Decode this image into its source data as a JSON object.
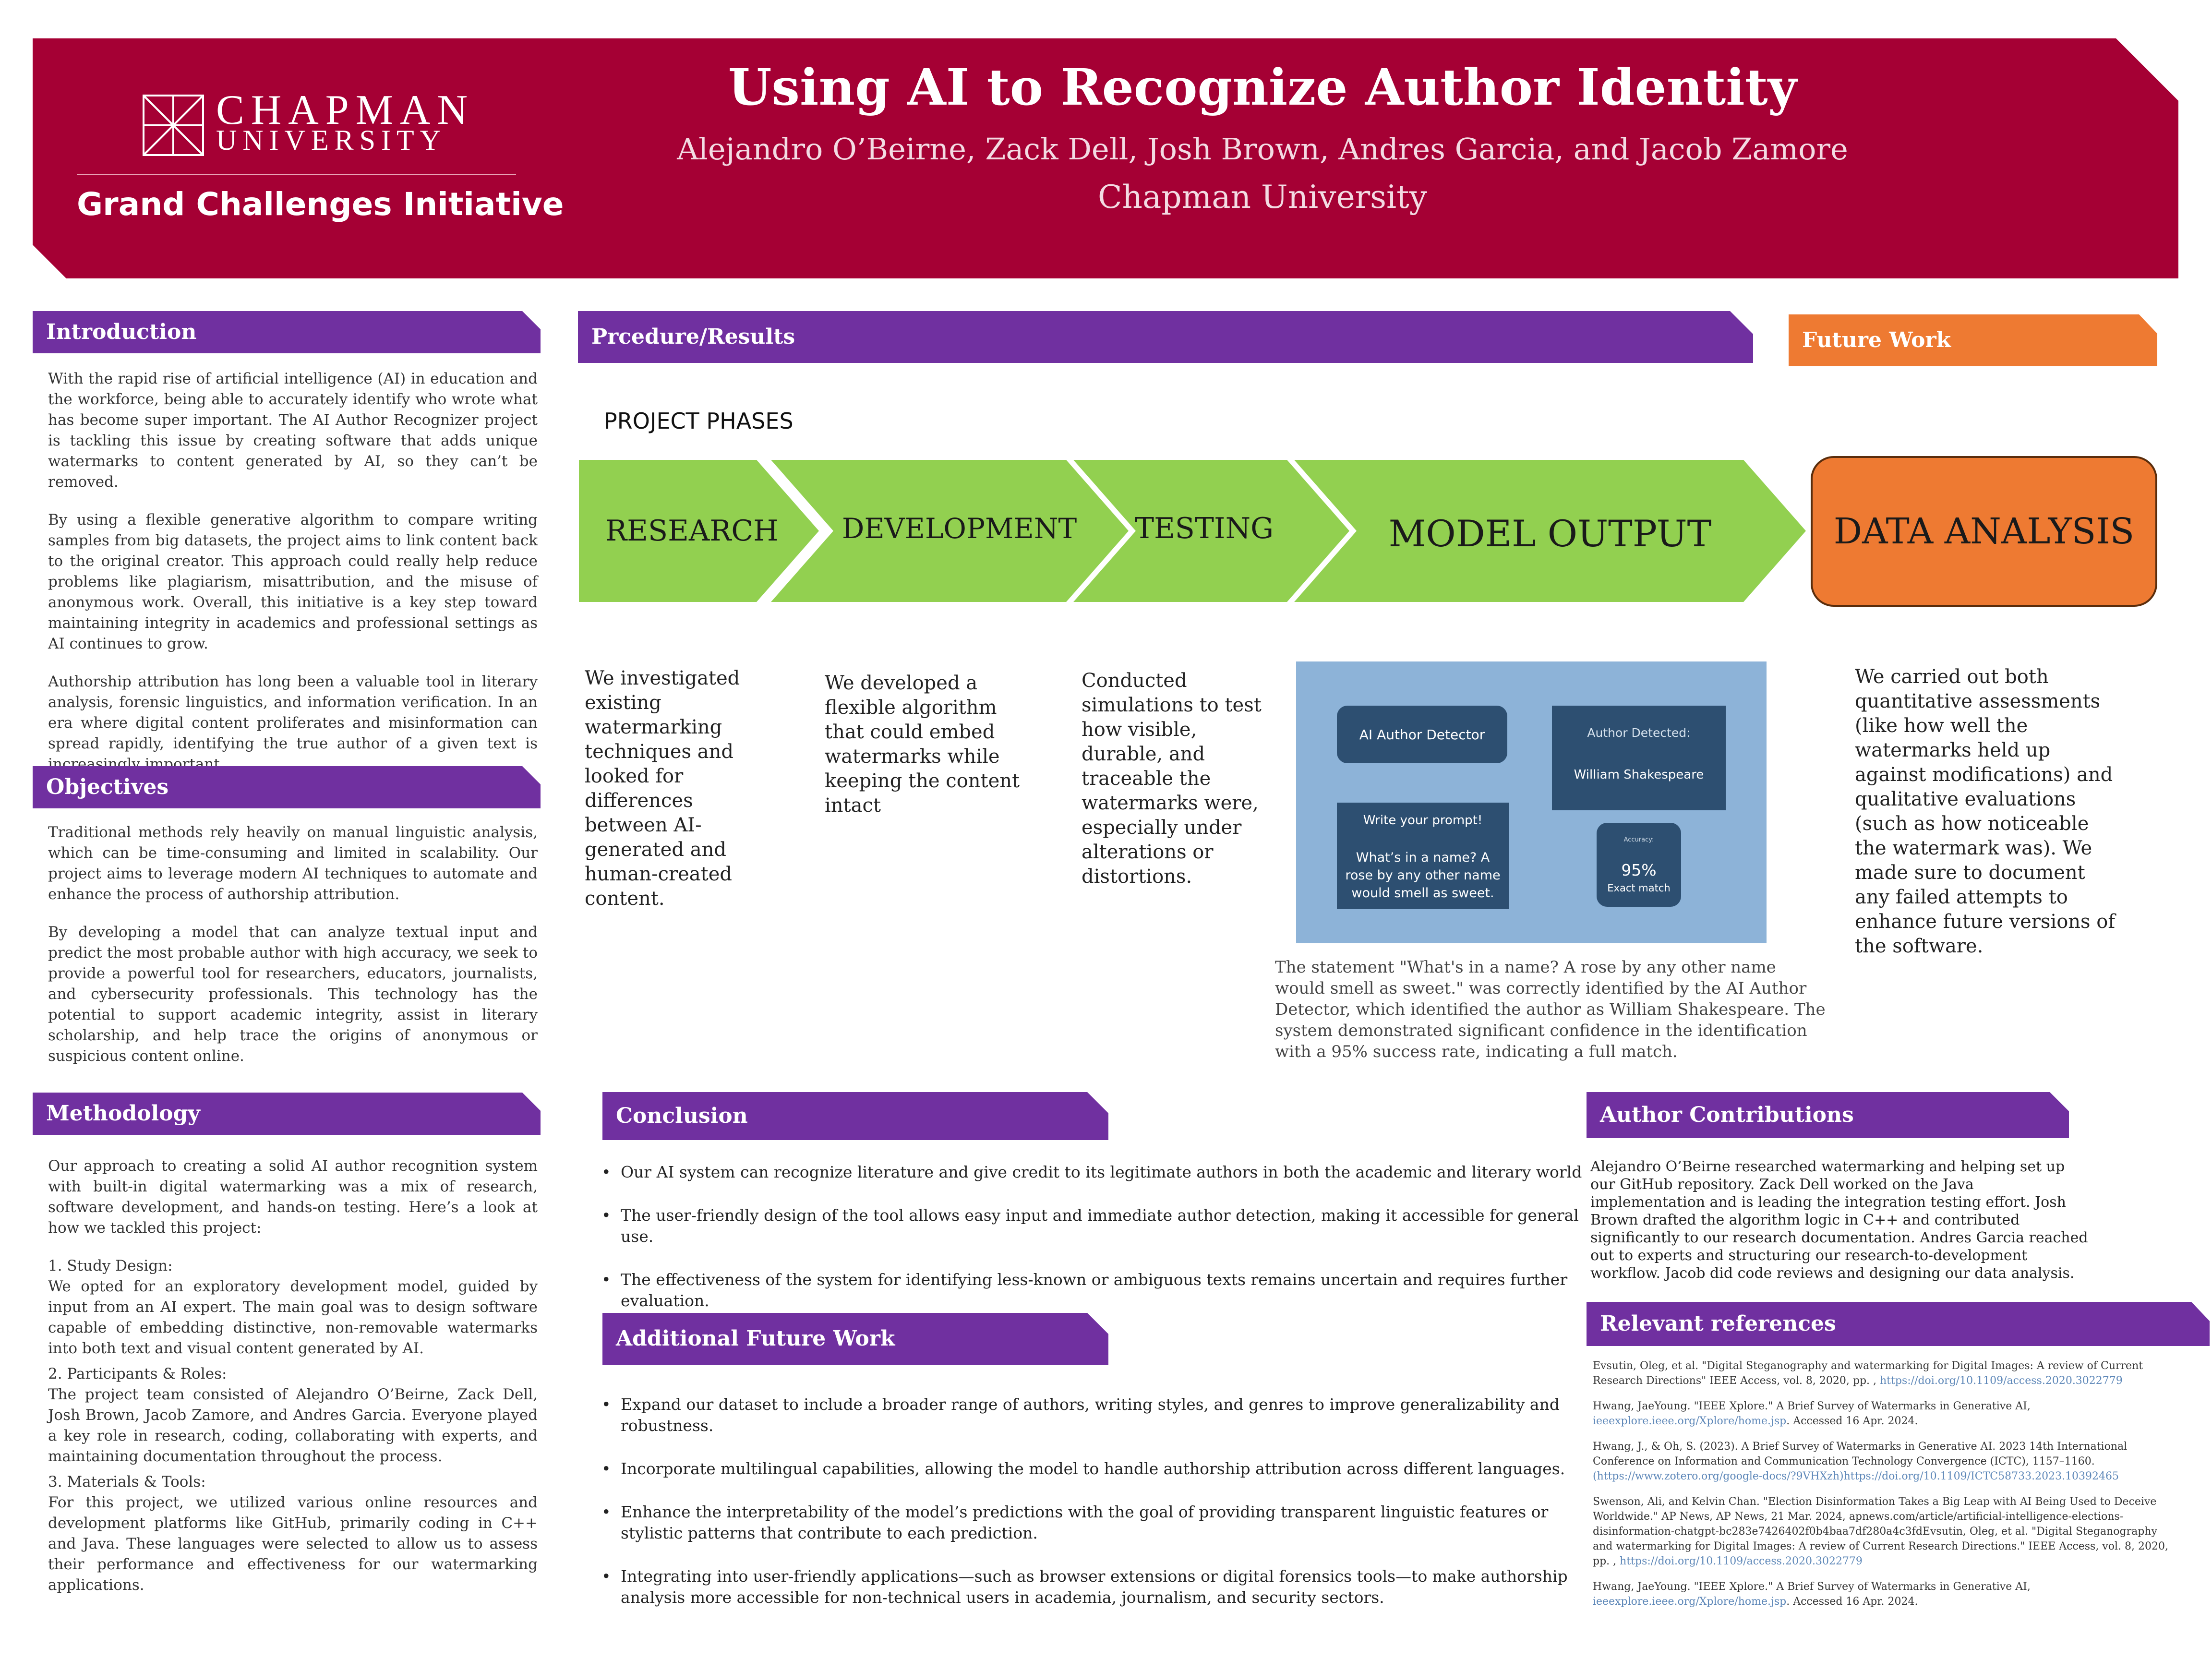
{
  "banner": {
    "logo_line1": "CHAPMAN",
    "logo_line2": "UNIVERSITY",
    "program": "Grand Challenges Initiative",
    "title": "Using AI to Recognize Author Identity",
    "authors": "Alejandro O’Beirne, Zack Dell, Josh Brown, Andres Garcia, and Jacob Zamore",
    "institution": "Chapman University",
    "colors": {
      "banner": "#a50034",
      "section_purple": "#7030a0",
      "section_orange": "#ee7a32",
      "chevron_green": "#92d050"
    }
  },
  "introduction": {
    "heading": "Introduction",
    "p1": "With the rapid rise of artificial intelligence (AI) in education and the workforce, being able to accurately identify who wrote what has become super important. The AI Author Recognizer project is tackling this issue by creating software that adds unique watermarks to content generated by AI, so they can’t be removed.",
    "p2": "By using a flexible generative algorithm to compare writing samples from big datasets, the project aims to link content back to the original creator. This approach could really help reduce problems like plagiarism, misattribution, and the misuse of anonymous work. Overall, this initiative is a key step toward maintaining integrity in academics and professional settings as AI continues to grow.",
    "p3": "Authorship attribution has long been a valuable tool in literary analysis, forensic linguistics, and information verification. In an era where digital content proliferates and misinformation can spread rapidly, identifying the true author of a given text is increasingly important."
  },
  "objectives": {
    "heading": "Objectives",
    "p1": "Traditional methods rely heavily on manual linguistic analysis, which can be time-consuming and limited in scalability. Our project aims to leverage modern AI techniques to automate and enhance the process of authorship attribution.",
    "p2": "By developing a model that can analyze textual input and predict the most probable author with high accuracy, we seek to provide a powerful tool for researchers, educators, journalists, and cybersecurity professionals. This technology has the potential to support academic integrity, assist in literary scholarship, and help trace the origins of anonymous or suspicious content online."
  },
  "methodology": {
    "heading": "Methodology",
    "intro": "Our approach to creating a solid AI author recognition system with built-in digital watermarking was a mix of research, software development, and hands-on testing. Here’s a look at how we tackled this project:",
    "s1_title": "1. Study Design:",
    "s1_text": "We opted for an exploratory development model, guided by input from an AI expert. The main goal was to design software capable of embedding distinctive, non-removable watermarks into both text and visual content generated by AI.",
    "s2_title": "2. Participants & Roles:",
    "s2_text": "The project team consisted of Alejandro O’Beirne, Zack Dell, Josh Brown, Jacob Zamore, and Andres Garcia. Everyone played a key role in research, coding, collaborating with experts, and maintaining documentation throughout the process.",
    "s3_title": "3. Materials & Tools:",
    "s3_text": "For this project, we utilized various online resources and development platforms like GitHub, primarily coding in C++ and Java. These languages were selected to allow us to assess their performance and effectiveness for our watermarking applications."
  },
  "procedure": {
    "heading": "Prcedure/Results",
    "phases_label": "PROJECT PHASES",
    "phases": [
      "RESEARCH",
      "DEVELOPMENT",
      "TESTING",
      "MODEL OUTPUT",
      "DATA ANALYSIS"
    ],
    "research_text": "We investigated existing watermarking techniques and looked for differences between AI-generated and human-created content.",
    "development_text": "We developed a flexible algorithm that could embed watermarks while keeping the content intact",
    "testing_text": "Conducted simulations to test how visible, durable, and traceable the watermarks were, especially under alterations or distortions.",
    "mock": {
      "app_title": "AI Author Detector",
      "prompt_label": "Write your prompt!",
      "prompt_text": "What’s in a name? A rose by any other name would smell as sweet.",
      "detected_label": "Author Detected:",
      "detected_author": "William Shakespeare",
      "accuracy_label": "Accuracy:",
      "accuracy_value": "95%",
      "accuracy_note": "Exact match"
    },
    "caption": "The statement \"What's in a name? A rose by any other name would smell as sweet.\" was correctly identified by the AI Author Detector, which identified the author as William Shakespeare. The system demonstrated significant confidence in the identification with a 95% success rate, indicating a full match."
  },
  "future_work": {
    "heading": "Future Work",
    "text": "We carried out both quantitative assessments (like how well the watermarks held up against modifications) and qualitative evaluations (such as how noticeable the watermark was). We made sure to document any failed attempts to enhance future versions of the software."
  },
  "conclusion": {
    "heading": "Conclusion",
    "items": [
      "Our AI system can recognize literature and give credit to its legitimate authors in both the academic and literary world",
      "The user-friendly design of the tool allows easy input and immediate author detection, making it accessible for general use.",
      "The effectiveness of the system for identifying less-known or ambiguous texts remains uncertain and requires further evaluation."
    ]
  },
  "additional_future_work": {
    "heading": "Additional Future Work",
    "items": [
      "Expand our dataset to include a broader range of authors, writing styles, and genres to improve generalizability and robustness.",
      "Incorporate multilingual capabilities, allowing the model to handle authorship attribution across different languages.",
      "Enhance the interpretability of the model’s predictions with the goal of providing transparent linguistic features or stylistic patterns that contribute to each prediction.",
      "Integrating into user-friendly applications—such as browser extensions or digital forensics tools—to make authorship analysis more accessible for non-technical users in academia, journalism, and security sectors."
    ]
  },
  "contributions": {
    "heading": "Author Contributions",
    "text": "Alejandro O’Beirne researched watermarking and helping set up our GitHub repository. Zack Dell worked on the Java implementation and is leading the integration testing effort. Josh Brown drafted the algorithm logic in C++ and contributed significantly to our research documentation. Andres Garcia reached out to experts and structuring our research-to-development workflow. Jacob did code reviews and designing our data analysis."
  },
  "references": {
    "heading": "Relevant references",
    "r1_text": "Evsutin, Oleg, et al. \"Digital Steganography and watermarking for Digital Images: A review of Current Research Directions\" IEEE Access, vol. 8, 2020, pp. ,",
    "r1_link": "https://doi.org/10.1109/access.2020.3022779",
    "r2_text": "Hwang, JaeYoung. \"IEEE Xplore.\" A Brief Survey of Watermarks in Generative AI,",
    "r2_link": "ieeexplore.ieee.org/Xplore/home.jsp",
    "r2_tail": ". Accessed 16 Apr. 2024.",
    "r3_text": "Hwang, J., & Oh, S. (2023). A Brief Survey of Watermarks in Generative AI. 2023 14th International Conference on Information and Communication Technology Convergence (ICTC), 1157–1160.",
    "r3_link": "(https://www.zotero.org/google-docs/?9VHXzh)https://doi.org/10.1109/ICTC58733.2023.10392465",
    "r4_text": "Swenson, Ali, and Kelvin Chan. \"Election Disinformation Takes a Big Leap with AI Being Used to Deceive Worldwide.\" AP News, AP News, 21 Mar. 2024, apnews.com/article/artificial-intelligence-elections-disinformation-chatgpt-bc283e7426402f0b4baa7df280a4c3fdEvsutin, Oleg, et al. \"Digital Steganography and watermarking for Digital Images: A review of Current Research Directions.\" IEEE Access, vol. 8, 2020, pp. ,",
    "r4_link": "https://doi.org/10.1109/access.2020.3022779",
    "r5_text": "Hwang, JaeYoung. \"IEEE Xplore.\" A Brief Survey of Watermarks in Generative AI,",
    "r5_link": "ieeexplore.ieee.org/Xplore/home.jsp",
    "r5_tail": ". Accessed 16 Apr. 2024."
  }
}
